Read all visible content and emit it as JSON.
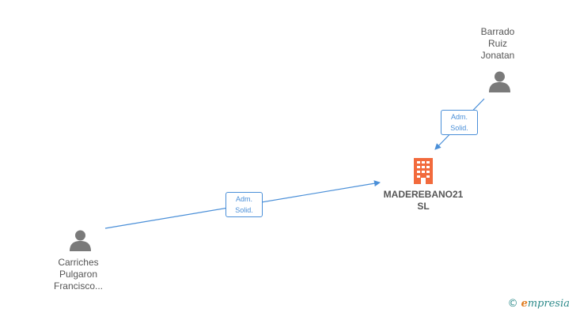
{
  "nodes": {
    "company": {
      "name_line1": "MADEREBANO21",
      "name_line2": "SL",
      "color": "#f26a3c"
    },
    "person_top": {
      "name_line1": "Barrado",
      "name_line2": "Ruiz",
      "name_line3": "Jonatan"
    },
    "person_left": {
      "name_line1": "Carriches",
      "name_line2": "Pulgaron",
      "name_line3": "Francisco..."
    }
  },
  "edges": [
    {
      "from": "person_top",
      "to": "company",
      "label_line1": "Adm.",
      "label_line2": "Solid."
    },
    {
      "from": "person_left",
      "to": "company",
      "label_line1": "Adm.",
      "label_line2": "Solid."
    }
  ],
  "colors": {
    "edge": "#4a8fd8",
    "person_icon": "#7a7a7a"
  },
  "brand": {
    "copyright_symbol": "©",
    "name_initial": "e",
    "name_rest": "mpresia"
  }
}
